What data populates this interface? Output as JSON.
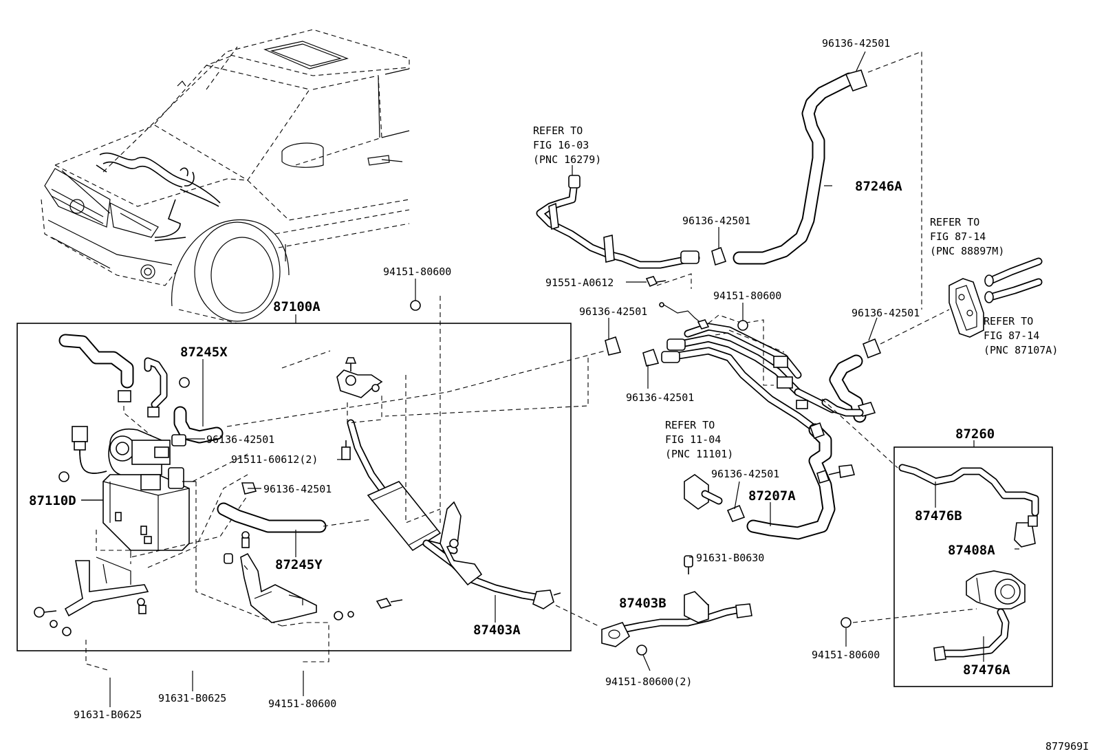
{
  "figure_id": "877969I",
  "callouts": {
    "p_87100A": "87100A",
    "p_87245X": "87245X",
    "p_87245Y": "87245Y",
    "p_87110D": "87110D",
    "p_87403A": "87403A",
    "p_87403B": "87403B",
    "p_87246A": "87246A",
    "p_87207A": "87207A",
    "p_87260": "87260",
    "p_87476B": "87476B",
    "p_87408A": "87408A",
    "p_87476A": "87476A",
    "clamp_top": "96136-42501",
    "clamp_mid_upper": "96136-42501",
    "clamp_left_pipe": "96136-42501",
    "clamp_lower_pipe": "96136-42501",
    "clamp_right": "96136-42501",
    "clamp_heater_hose": "96136-42501",
    "clamp_87245y": "96136-42501",
    "clamp_87207a": "96136-42501",
    "nut_top_center": "94151-80600",
    "nut_mid": "94151-80600",
    "nut_bottom_center": "94151-80600",
    "nut_right_box": "94151-80600",
    "nut_87403b": "94151-80600(2)",
    "bolt_91551": "91551-A0612",
    "bolt_91511": "91511-60612(2)",
    "bolt_91631_b0630": "91631-B0630",
    "bolt_91631_left": "91631-B0625",
    "bolt_91631_center": "91631-B0625"
  },
  "refer_notes": {
    "fig_16_03": [
      "REFER TO",
      "FIG 16-03",
      "(PNC 16279)"
    ],
    "fig_87_14_m": [
      "REFER TO",
      "FIG 87-14",
      "(PNC 88897M)"
    ],
    "fig_87_14_a": [
      "REFER TO",
      "FIG 87-14",
      "(PNC 87107A)"
    ],
    "fig_11_04": [
      "REFER TO",
      "FIG 11-04",
      "(PNC 11101)"
    ]
  }
}
